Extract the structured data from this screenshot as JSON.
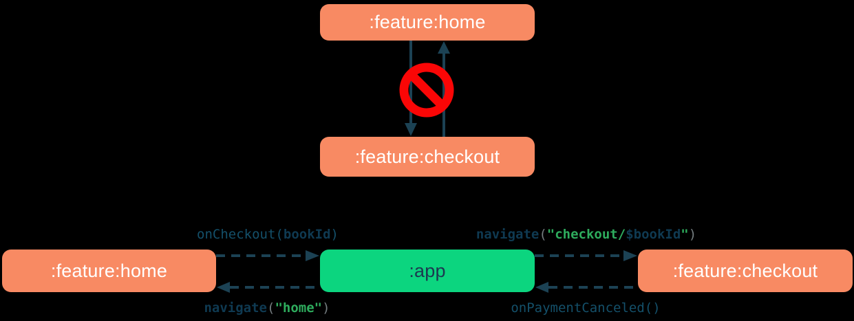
{
  "colors": {
    "background": "#000000",
    "box_orange": "#F88A63",
    "box_green": "#0CD57F",
    "arrow_navy": "#1C4254",
    "ban_red": "#FA0606",
    "code_teal": "#14506A",
    "code_navy_bold": "#0F3A52",
    "code_gray": "#757D80",
    "code_green": "#2EAC5D",
    "box_text_light": "#FFFFFF",
    "box_text_dark": "#1C3850"
  },
  "top_diagram": {
    "home_box": {
      "label": ":feature:home"
    },
    "checkout_box": {
      "label": ":feature:checkout"
    },
    "ban_icon": "no-entry-sign",
    "arrows": [
      "home-to-checkout-down-arrow",
      "checkout-to-home-up-arrow"
    ]
  },
  "bottom_diagram": {
    "home_box": {
      "label": ":feature:home"
    },
    "app_box": {
      "label": ":app"
    },
    "checkout_box": {
      "label": ":feature:checkout"
    },
    "calls": {
      "on_checkout": {
        "fn": "onCheckout",
        "open": "(",
        "arg": "bookId",
        "close": ")"
      },
      "navigate_home": {
        "fn": "navigate",
        "open": "(",
        "string": "\"home\"",
        "close": ")"
      },
      "navigate_checkout": {
        "fn": "navigate",
        "open": "(",
        "string_open": "\"checkout/",
        "template_var": "$bookId",
        "string_close": "\"",
        "close": ")"
      },
      "on_payment_canceled": {
        "fn": "onPaymentCanceled",
        "parens": "()"
      }
    }
  }
}
